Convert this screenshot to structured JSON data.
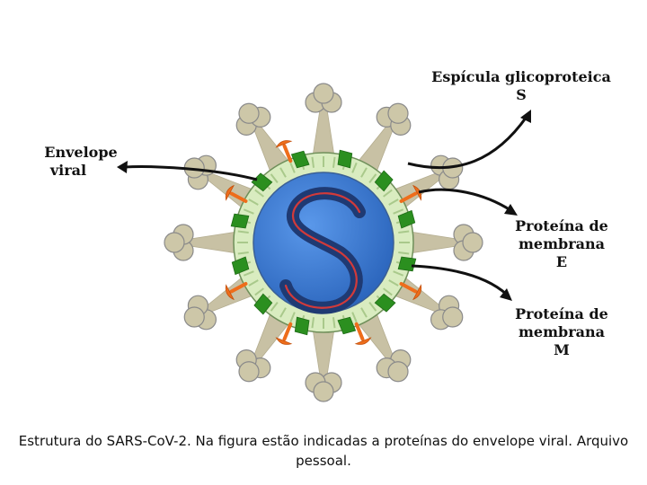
{
  "labels": {
    "envelope_line1": "Envelope",
    "envelope_line2": "viral",
    "spike_line1": "Espícula glicoproteica",
    "spike_line2": "S",
    "protein_e_line1": "Proteína de membrana",
    "protein_e_line2": "E",
    "protein_m_line1": "Proteína de membrana",
    "protein_m_line2": "M"
  },
  "caption_line1": "Estrutura do SARS-CoV-2. Na figura estão indicadas a proteínas do envelope viral. Arquivo",
  "caption_line2": "pessoal.",
  "core_letter": "S",
  "colors": {
    "core": "#3f7fd6",
    "envelope": "#d9ecc0",
    "spike_stem": "#c8c1a4",
    "spike_head": "#cdc7a8",
    "spike_head_outline": "#8a8a8a",
    "protein_m": "#2b8f1f",
    "protein_e": "#ee6d1b",
    "letter_fill": "#1f3a73",
    "letter_stroke": "#d23a3a",
    "arrow": "#111111"
  }
}
